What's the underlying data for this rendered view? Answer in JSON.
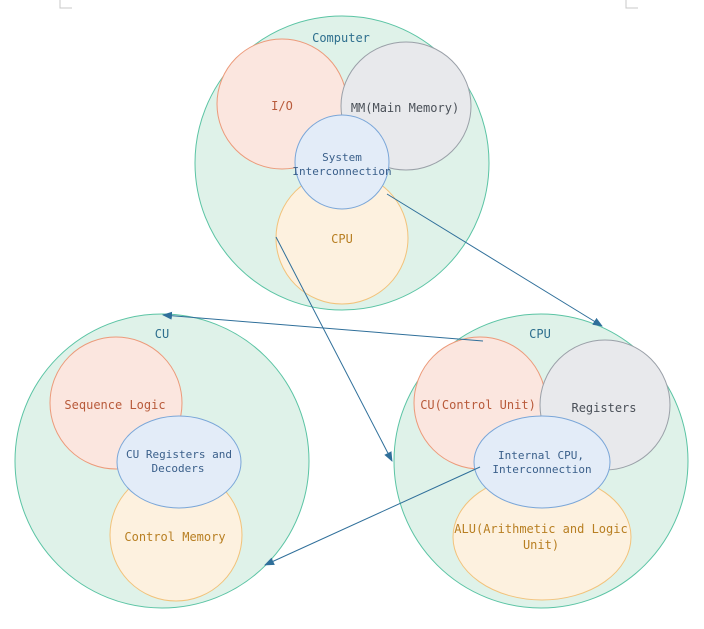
{
  "colors": {
    "outer_fill": "#dff2e9",
    "outer_stroke": "#5bc4a4",
    "orange_fill": "#fbe6df",
    "orange_stroke": "#ec9a7a",
    "gray_fill": "#e8e9ec",
    "gray_stroke": "#9aa0a8",
    "blue_fill": "#e3ecf8",
    "blue_stroke": "#7aa6d8",
    "yellow_fill": "#fdf1df",
    "yellow_stroke": "#f2c27a",
    "arrow": "#2f6f9a",
    "title_text": "#2e6f8e",
    "orange_text": "#b85a3a",
    "gray_text": "#4a5058",
    "blue_text": "#3a5f8a",
    "yellow_text": "#b87f22"
  },
  "computer": {
    "title": "Computer",
    "io": "I/O",
    "mm": "MM(Main Memory)",
    "interconnect_line1": "System",
    "interconnect_line2": "Interconnection",
    "cpu": "CPU"
  },
  "cu": {
    "title": "CU",
    "sequence_logic": "Sequence Logic",
    "registers_line1": "CU Registers and",
    "registers_line2": "Decoders",
    "control_memory": "Control Memory"
  },
  "cpu": {
    "title": "CPU",
    "control_unit": "CU(Control Unit)",
    "registers": "Registers",
    "interconnect_line1": "Internal CPU,",
    "interconnect_line2": "Interconnection",
    "alu_line1": "ALU(Arithmetic and Logic",
    "alu_line2": "Unit)"
  }
}
